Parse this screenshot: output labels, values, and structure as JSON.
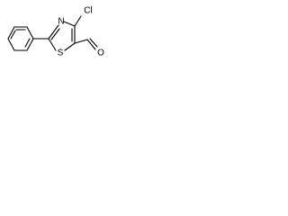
{
  "molecule": {
    "atom_labels": {
      "chlorine": "Cl",
      "nitrogen": "N",
      "sulfur": "S",
      "oxygen": "O"
    },
    "colors": {
      "bond": "#000000",
      "background": "#ffffff"
    }
  }
}
